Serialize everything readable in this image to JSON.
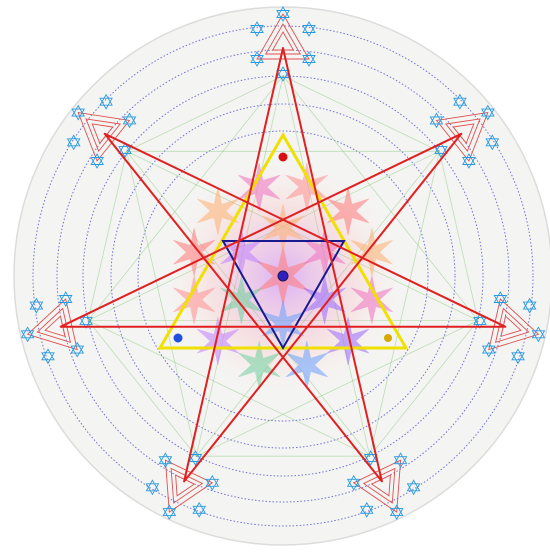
{
  "diagram": {
    "colors": {
      "background_disc": "#f4f4f2",
      "disc_edge": "#dcdcdc",
      "rings": "#5a5ad2",
      "star_heptagram": "#e02020",
      "fractal_red": "#e05050",
      "fractal_blue": "#2a9ae0",
      "yellow_triangle": "#f0e000",
      "inner_triangle": "#1a1a90",
      "green_guides": "#7cc070",
      "vertex_red": "#d81010",
      "vertex_blue": "#2050e0",
      "vertex_gold": "#d8a800",
      "center_dot": "#3020c0"
    },
    "ring_count": 5,
    "star_points": 7,
    "rosette_petals": 6
  }
}
